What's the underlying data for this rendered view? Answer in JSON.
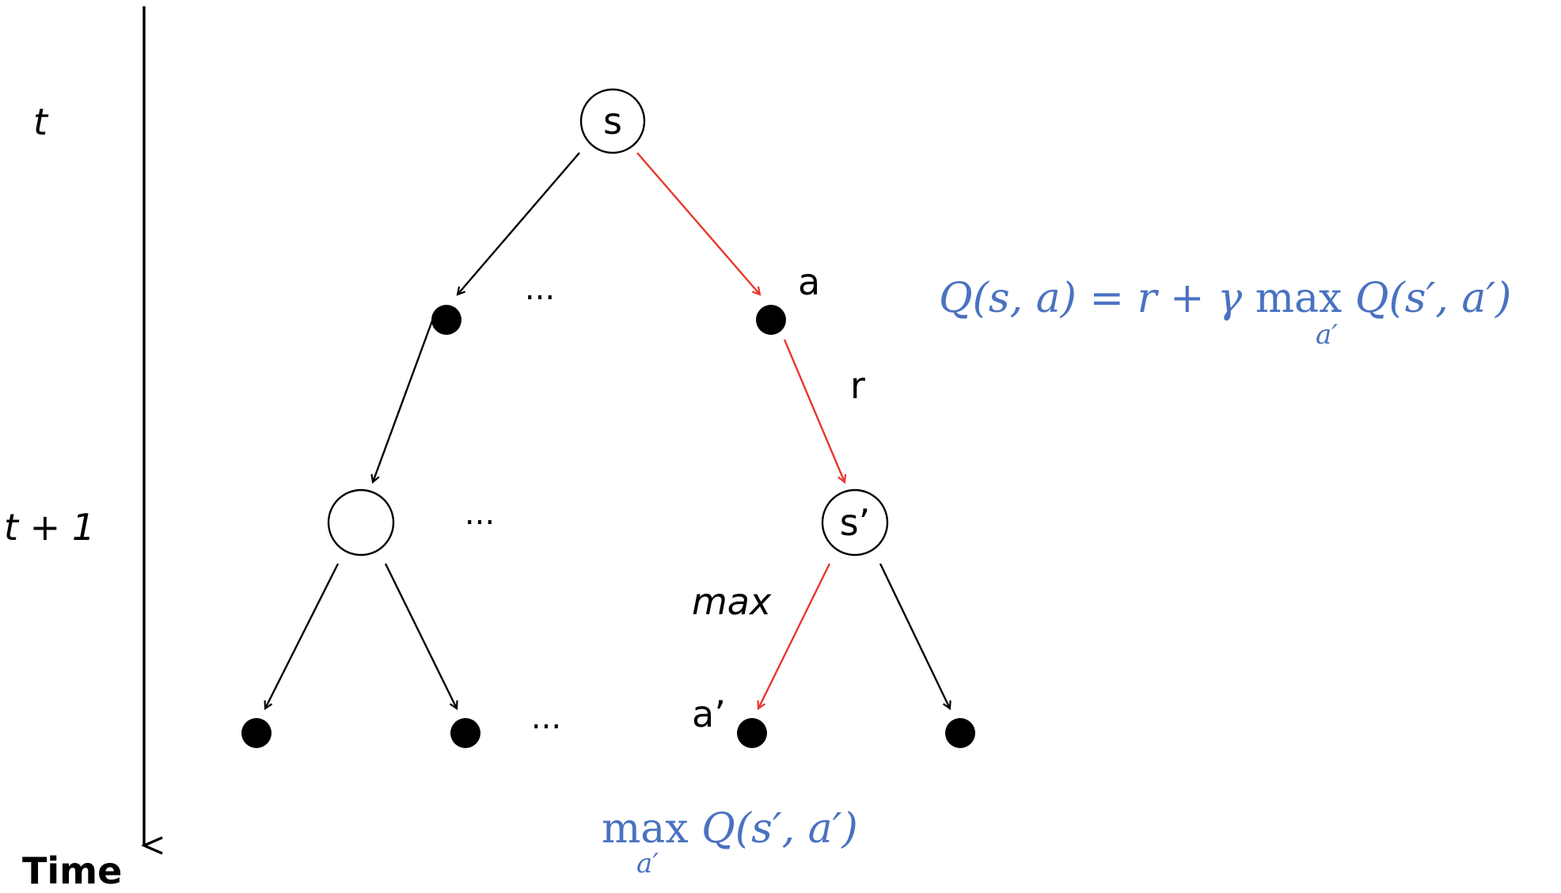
{
  "timeline": {
    "t_label": "t",
    "t1_label": "t + 1",
    "axis_label": "Time"
  },
  "nodes": {
    "root_state": "s",
    "next_state": "s’",
    "left_state": ""
  },
  "labels": {
    "action": "a",
    "reward": "r",
    "max_op": "max",
    "next_action": "a’",
    "ellipsis": "..."
  },
  "equations": {
    "bellman": {
      "lhs": "Q(s, a) = r + γ ",
      "max_word": "max",
      "sub": "a′",
      "rhs": " Q(s′, a′)"
    },
    "target": {
      "max_word": "max",
      "sub": "a′",
      "rhs": " Q(s′, a′)"
    }
  },
  "colors": {
    "highlight_edge": "#e8372b",
    "equation_text": "#4a72c0",
    "default_edge": "#000000"
  }
}
